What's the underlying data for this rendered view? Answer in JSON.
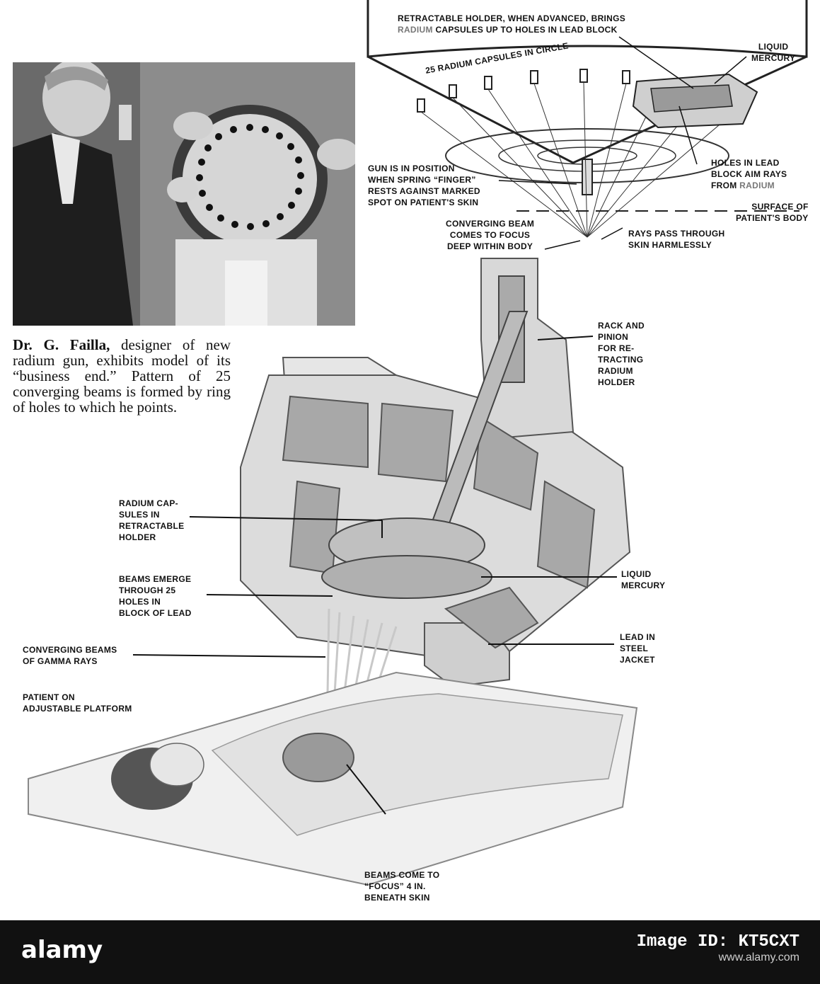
{
  "caption": {
    "name": "Dr. G. Failla,",
    "text": "designer of new radium gun, exhibits model of its “business end.” Pattern of 25 converging beams is formed by ring of holes to which he points."
  },
  "top_diagram": {
    "retractable": [
      "RETRACTABLE HOLDER, WHEN ADVANCED, BRINGS",
      "RADIUM",
      "CAPSULES UP TO HOLES IN LEAD BLOCK"
    ],
    "liquid_mercury": [
      "LIQUID",
      "MERCURY"
    ],
    "capsules_circle": "25 RADIUM CAPSULES IN CIRCLE",
    "gun_position": [
      "GUN IS IN POSITION",
      "WHEN SPRING “FINGER”",
      "RESTS AGAINST MARKED",
      "SPOT ON PATIENT'S SKIN"
    ],
    "holes_lead": [
      "HOLES IN LEAD",
      "BLOCK AIM RAYS",
      "FROM",
      "RADIUM"
    ],
    "surface": [
      "SURFACE OF",
      "PATIENT'S BODY"
    ],
    "converging": [
      "CONVERGING BEAM",
      "COMES TO FOCUS",
      "DEEP WITHIN BODY"
    ],
    "rays_pass": [
      "RAYS PASS THROUGH",
      "SKIN HARMLESSLY"
    ]
  },
  "cutaway": {
    "rack": [
      "RACK AND",
      "PINION",
      "FOR RE-",
      "TRACTING",
      "RADIUM",
      "HOLDER"
    ],
    "radium_capsules": [
      "RADIUM CAP-",
      "SULES IN",
      "RETRACTABLE",
      "HOLDER"
    ],
    "beams_emerge": [
      "BEAMS EMERGE",
      "THROUGH 25",
      "HOLES IN",
      "BLOCK OF LEAD"
    ],
    "liquid_mercury": [
      "LIQUID",
      "MERCURY"
    ],
    "converging_beams": [
      "CONVERGING BEAMS",
      "OF GAMMA RAYS"
    ],
    "lead_steel": [
      "LEAD IN",
      "STEEL",
      "JACKET"
    ],
    "patient": [
      "PATIENT ON",
      "ADJUSTABLE PLATFORM"
    ],
    "beams_focus": [
      "BEAMS COME TO",
      "“FOCUS” 4 IN.",
      "BENEATH SKIN"
    ]
  },
  "footer": {
    "brand": "alamy",
    "image_id_label": "Image ID: KT5CXT",
    "url": "www.alamy.com"
  }
}
